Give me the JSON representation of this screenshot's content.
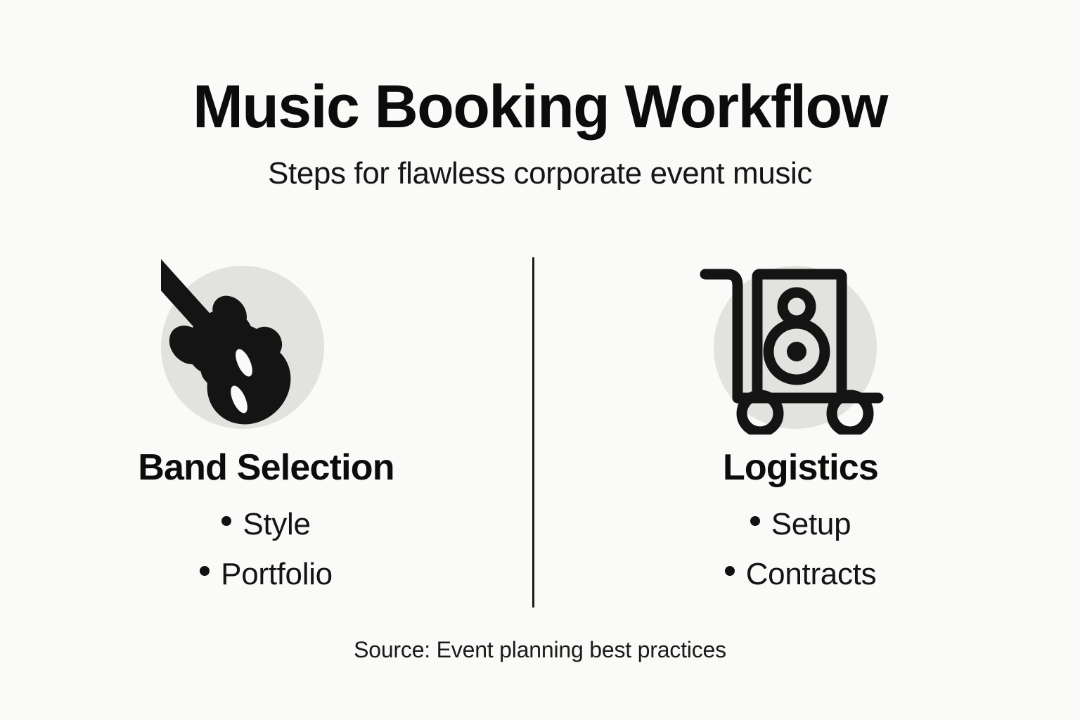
{
  "header": {
    "title": "Music Booking Workflow",
    "subtitle": "Steps for flawless corporate event music"
  },
  "columns": [
    {
      "id": "band-selection",
      "heading": "Band Selection",
      "icon": "electric-guitar-icon",
      "bullets": [
        "Style",
        "Portfolio"
      ]
    },
    {
      "id": "logistics",
      "heading": "Logistics",
      "icon": "speaker-on-dolly-icon",
      "bullets": [
        "Setup",
        "Contracts"
      ]
    }
  ],
  "footer": {
    "source": "Source: Event planning best practices"
  },
  "colors": {
    "background": "#FAFAF8",
    "ink": "#111111",
    "icon_circle": "#E2E2DE",
    "divider": "#1A1A1A"
  }
}
